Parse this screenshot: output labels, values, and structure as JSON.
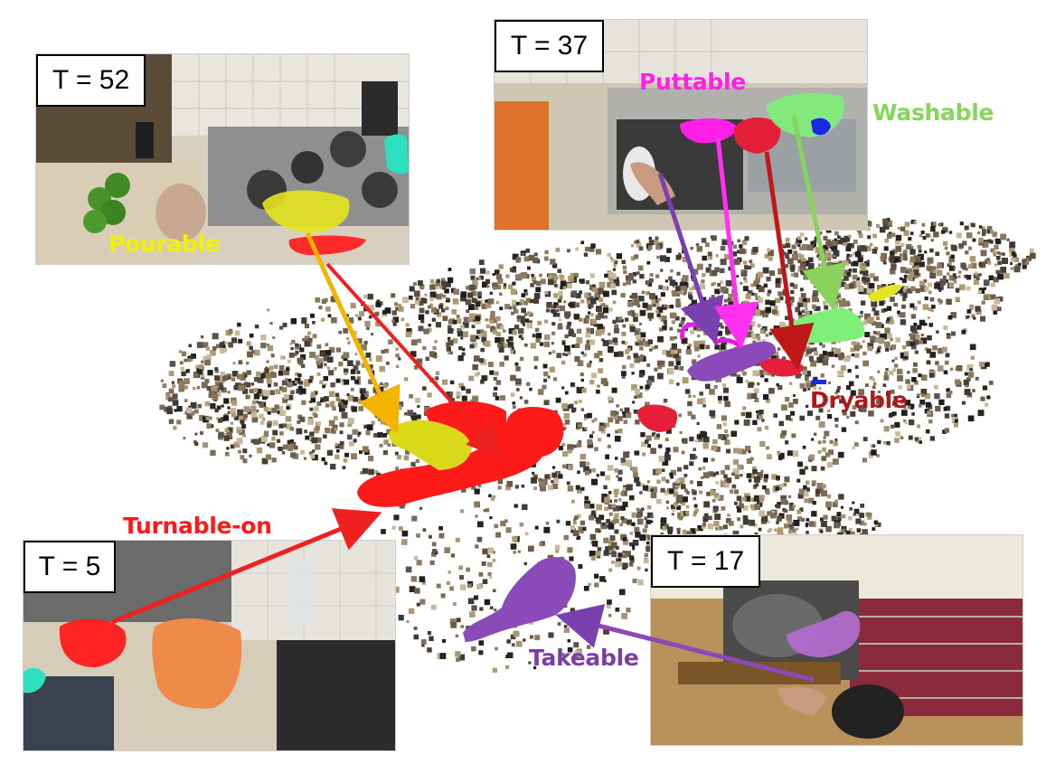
{
  "frames": {
    "t52": {
      "label": "T = 52"
    },
    "t37": {
      "label": "T = 37"
    },
    "t5": {
      "label": "T = 5"
    },
    "t17": {
      "label": "T = 17"
    }
  },
  "affordances": {
    "pourable": {
      "label": "Pourable",
      "color": "#f2f200"
    },
    "puttable": {
      "label": "Puttable",
      "color": "#ff1fe6"
    },
    "washable": {
      "label": "Washable",
      "color": "#86d65a"
    },
    "dryable": {
      "label": "Dryable",
      "color": "#b01818"
    },
    "turnableon": {
      "label": "Turnable-on",
      "color": "#ff1a1a"
    },
    "takeable": {
      "label": "Takeable",
      "color": "#7a3ea6"
    }
  },
  "arrow_colors": {
    "pourable": "#f4b400",
    "turnableon": "#ef2020",
    "takeable": "#8a4ab8",
    "puttable": "#ff30ef",
    "dryable": "#c01818",
    "washable": "#8ad25e",
    "purple": "#7a40b0"
  }
}
